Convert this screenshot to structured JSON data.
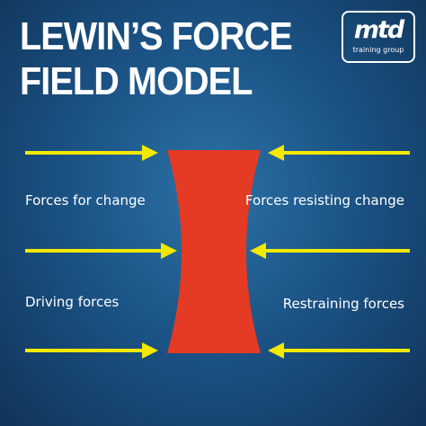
{
  "title": {
    "line1": "LEWIN’S FORCE",
    "line2": "FIELD MODEL"
  },
  "logo": {
    "mark": "mtd",
    "subtitle": "training group"
  },
  "labels": {
    "left_top": "Forces for change",
    "left_bottom": "Driving forces",
    "right_top": "Forces resisting change",
    "right_bottom": "Restraining forces"
  },
  "colors": {
    "arrow": "#f5e800",
    "barrier": "#e53a24",
    "text": "#ffffff"
  }
}
